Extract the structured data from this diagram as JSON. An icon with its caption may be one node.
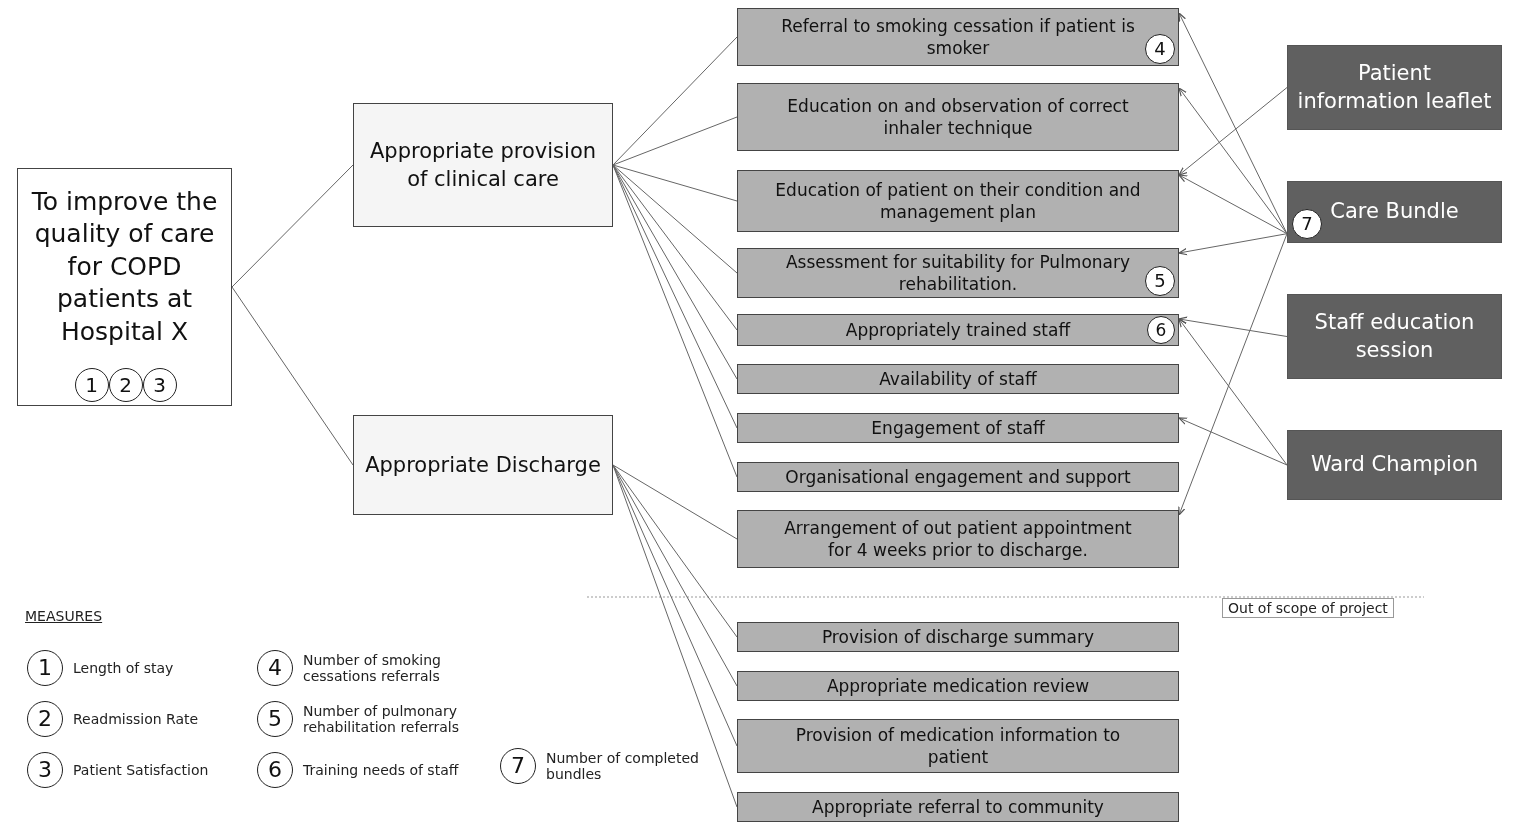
{
  "diagram": {
    "nodes": [
      {
        "text": [
          "To improve the quality of care for COPD patients at Hospital X",
          "1",
          "2",
          "3"
        ]
      },
      {
        "text": [
          "Appropriate provision of clinical care"
        ]
      },
      {
        "text": [
          "Appropriate Discharge"
        ]
      },
      {
        "text": [
          "Referral to smoking cessation if patient is smoker",
          "4"
        ]
      },
      {
        "text": [
          "Education on and observation of correct inhaler technique"
        ]
      },
      {
        "text": [
          "Education of patient on their condition and management plan"
        ]
      },
      {
        "text": [
          "Assessment for suitability for Pulmonary rehabilitation.",
          "5"
        ]
      },
      {
        "text": [
          "Appropriately trained staff",
          "6"
        ]
      },
      {
        "text": [
          "Availability of staff"
        ]
      },
      {
        "text": [
          "Engagement of staff"
        ]
      },
      {
        "text": [
          "Organisational engagement and support"
        ]
      },
      {
        "text": [
          "Arrangement of out patient appointment for 4 weeks prior to discharge."
        ]
      },
      {
        "text": [
          "Provision of discharge summary"
        ]
      },
      {
        "text": [
          "Appropriate medication review"
        ]
      },
      {
        "text": [
          "Provision of medication information to patient"
        ]
      },
      {
        "text": [
          "Appropriate referral to community"
        ]
      },
      {
        "text": [
          "Patient information leaflet"
        ]
      },
      {
        "text": [
          "Care Bundle",
          "7"
        ]
      },
      {
        "text": [
          "Staff education session"
        ]
      },
      {
        "text": [
          "Ward Champion"
        ]
      }
    ],
    "edges": [
      {
        "from": 0,
        "to": 1,
        "arrow": "none"
      },
      {
        "from": 0,
        "to": 2,
        "arrow": "none"
      },
      {
        "from": 1,
        "to": 3,
        "arrow": "none"
      },
      {
        "from": 1,
        "to": 4,
        "arrow": "none"
      },
      {
        "from": 1,
        "to": 5,
        "arrow": "none"
      },
      {
        "from": 1,
        "to": 6,
        "arrow": "none"
      },
      {
        "from": 1,
        "to": 7,
        "arrow": "none"
      },
      {
        "from": 1,
        "to": 8,
        "arrow": "none"
      },
      {
        "from": 1,
        "to": 9,
        "arrow": "none"
      },
      {
        "from": 1,
        "to": 10,
        "arrow": "none"
      },
      {
        "from": 2,
        "to": 11,
        "arrow": "none"
      },
      {
        "from": 2,
        "to": 12,
        "arrow": "none"
      },
      {
        "from": 2,
        "to": 13,
        "arrow": "none"
      },
      {
        "from": 2,
        "to": 14,
        "arrow": "none"
      },
      {
        "from": 2,
        "to": 15,
        "arrow": "none"
      },
      {
        "from": 16,
        "to": 5,
        "arrow": "to"
      },
      {
        "from": 17,
        "to": 3,
        "arrow": "to"
      },
      {
        "from": 17,
        "to": 4,
        "arrow": "to"
      },
      {
        "from": 17,
        "to": 5,
        "arrow": "to"
      },
      {
        "from": 17,
        "to": 6,
        "arrow": "to"
      },
      {
        "from": 17,
        "to": 11,
        "arrow": "to"
      },
      {
        "from": 18,
        "to": 7,
        "arrow": "to"
      },
      {
        "from": 19,
        "to": 7,
        "arrow": "to"
      },
      {
        "from": 19,
        "to": 9,
        "arrow": "to"
      }
    ],
    "labels": [
      "MEASURES",
      "Out of scope of project",
      "1",
      "Length of stay",
      "4",
      "Number of smoking cessations referrals",
      "2",
      "Readmission Rate",
      "5",
      "Number of pulmonary rehabilitation referrals",
      "3",
      "Patient Satisfaction",
      "6",
      "Training needs of staff",
      "7",
      "Number of completed bundles"
    ]
  }
}
